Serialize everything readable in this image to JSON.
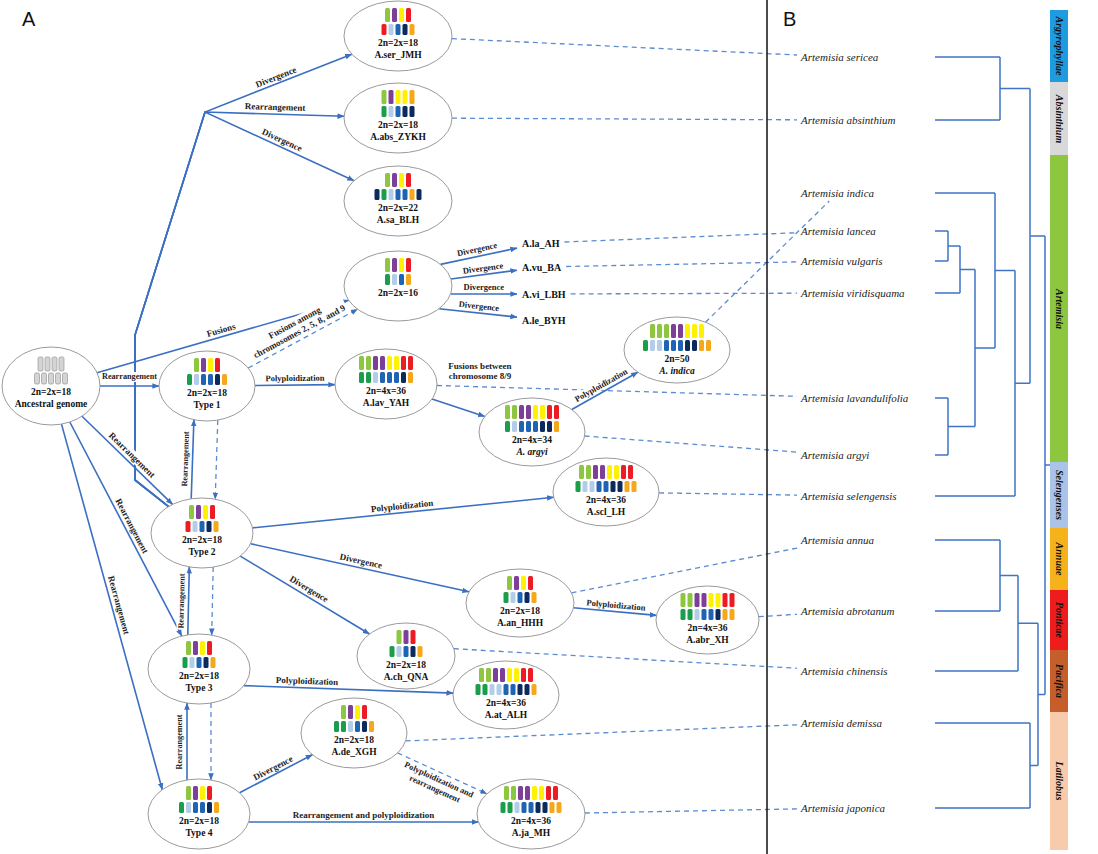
{
  "diagram": {
    "nodes": [
      {
        "text": [
          "2n=2x=18",
          "Ancestral genome"
        ]
      },
      {
        "text": [
          "2n=2x=18",
          "A.ser_JMH"
        ]
      },
      {
        "text": [
          "2n=2x=18",
          "A.abs_ZYKH"
        ]
      },
      {
        "text": [
          "2n=2x=22",
          "A.sa_BLH"
        ]
      },
      {
        "text": [
          "2n=2x=16"
        ]
      },
      {
        "text": [
          "2n=2x=18",
          "Type 1"
        ]
      },
      {
        "text": [
          "2n=4x=36",
          "A.lav_YAH"
        ]
      },
      {
        "text": [
          "2n=4x=34",
          "A. argyi"
        ]
      },
      {
        "text": [
          "2n=50",
          "A. indica"
        ]
      },
      {
        "text": [
          "2n=2x=18",
          "Type 2"
        ]
      },
      {
        "text": [
          "2n=4x=36",
          "A.scl_LH"
        ]
      },
      {
        "text": [
          "2n=2x=18",
          "A.an_HHH"
        ]
      },
      {
        "text": [
          "2n=4x=36",
          "A.abr_XH"
        ]
      },
      {
        "text": [
          "2n=2x=18",
          "A.ch_QNA"
        ]
      },
      {
        "text": [
          "2n=2x=18",
          "Type 3"
        ]
      },
      {
        "text": [
          "2n=4x=36",
          "A.at_ALH"
        ]
      },
      {
        "text": [
          "2n=2x=18",
          "A.de_XGH"
        ]
      },
      {
        "text": [
          "2n=2x=18",
          "Type 4"
        ]
      },
      {
        "text": [
          "2n=4x=36",
          "A.ja_MH"
        ]
      },
      {
        "text": [
          "A.la_AH"
        ]
      },
      {
        "text": [
          "A.vu_BA"
        ]
      },
      {
        "text": [
          "A.vi_LBH"
        ]
      },
      {
        "text": [
          "A.le_BYH"
        ]
      },
      {
        "text": [
          "Artemisia sericea"
        ]
      },
      {
        "text": [
          "Artemisia absinthium"
        ]
      },
      {
        "text": [
          "Artemisia indica"
        ]
      },
      {
        "text": [
          "Artemisia lancea"
        ]
      },
      {
        "text": [
          "Artemisia vulgaris"
        ]
      },
      {
        "text": [
          "Artemisia viridisquama"
        ]
      },
      {
        "text": [
          "Artemisia lavandulifolia"
        ]
      },
      {
        "text": [
          "Artemisia argyi"
        ]
      },
      {
        "text": [
          "Artemisia selengensis"
        ]
      },
      {
        "text": [
          "Artemisia annua"
        ]
      },
      {
        "text": [
          "Artemisia abrotanum"
        ]
      },
      {
        "text": [
          "Artemisia chinensis"
        ]
      },
      {
        "text": [
          "Artemisia demissa"
        ]
      },
      {
        "text": [
          "Artemisia japonica"
        ]
      },
      {
        "text": [
          "Argyrophyllae"
        ]
      },
      {
        "text": [
          "Absinthium"
        ]
      },
      {
        "text": [
          "Artemisia"
        ]
      },
      {
        "text": [
          "Selengenses"
        ]
      },
      {
        "text": [
          "Annuae"
        ]
      },
      {
        "text": [
          "Ponticae"
        ]
      },
      {
        "text": [
          "Pacifica"
        ]
      },
      {
        "text": [
          "Latilobus"
        ]
      }
    ],
    "edges": [
      {
        "from": 0,
        "to": 5,
        "label": "Rearrangement",
        "arrow": "to"
      },
      {
        "from": 0,
        "to": 9,
        "label": "Rearrangement",
        "arrow": "to"
      },
      {
        "from": 0,
        "to": 14,
        "label": "Rearrangement",
        "arrow": "to"
      },
      {
        "from": 0,
        "to": 17,
        "label": "Rearrangement",
        "arrow": "to"
      },
      {
        "from": 0,
        "to": 4,
        "label": "Fusions",
        "arrow": "to"
      },
      {
        "from": 9,
        "to": 1,
        "label": "Divergence",
        "arrow": "to"
      },
      {
        "from": 9,
        "to": 2,
        "label": "Rearrangement",
        "arrow": "to"
      },
      {
        "from": 9,
        "to": 3,
        "label": "Divergence",
        "arrow": "to"
      },
      {
        "from": 5,
        "to": 4,
        "label": "Fusions among chromosomes 2, 5, 8, and 9",
        "arrow": "to"
      },
      {
        "from": 4,
        "to": 19,
        "label": "Divergence",
        "arrow": "to"
      },
      {
        "from": 4,
        "to": 20,
        "label": "Divergence",
        "arrow": "to"
      },
      {
        "from": 4,
        "to": 21,
        "label": "Divergence",
        "arrow": "to"
      },
      {
        "from": 4,
        "to": 22,
        "label": "Divergence",
        "arrow": "to"
      },
      {
        "from": 5,
        "to": 6,
        "label": "Polyploidization",
        "arrow": "to"
      },
      {
        "from": 6,
        "to": 7,
        "label": "Fusions between chromosome 8/9",
        "arrow": "to"
      },
      {
        "from": 7,
        "to": 8,
        "label": "Polyploidization",
        "arrow": "to"
      },
      {
        "from": 9,
        "to": 5,
        "label": "Rearrangement",
        "arrow": "to"
      },
      {
        "from": 5,
        "to": 9,
        "arrow": "to"
      },
      {
        "from": 9,
        "to": 10,
        "label": "Polyploidization",
        "arrow": "to"
      },
      {
        "from": 9,
        "to": 11,
        "label": "Divergence",
        "arrow": "to"
      },
      {
        "from": 11,
        "to": 12,
        "label": "Polyploidization",
        "arrow": "to"
      },
      {
        "from": 9,
        "to": 13,
        "label": "Divergence",
        "arrow": "to"
      },
      {
        "from": 14,
        "to": 9,
        "label": "Rearrangement",
        "arrow": "to"
      },
      {
        "from": 9,
        "to": 14,
        "arrow": "to"
      },
      {
        "from": 14,
        "to": 15,
        "label": "Polyploidization",
        "arrow": "to"
      },
      {
        "from": 17,
        "to": 14,
        "label": "Rearrangement",
        "arrow": "to"
      },
      {
        "from": 14,
        "to": 17,
        "arrow": "to"
      },
      {
        "from": 17,
        "to": 16,
        "label": "Divergence",
        "arrow": "to"
      },
      {
        "from": 16,
        "to": 18,
        "label": "Polyploidization and rearrangement",
        "arrow": "to"
      },
      {
        "from": 17,
        "to": 18,
        "label": "Rearrangement and polyploidization",
        "arrow": "to"
      },
      {
        "from": 1,
        "to": 23,
        "arrow": "none"
      },
      {
        "from": 2,
        "to": 24,
        "arrow": "none"
      },
      {
        "from": 19,
        "to": 26,
        "arrow": "none"
      },
      {
        "from": 20,
        "to": 27,
        "arrow": "none"
      },
      {
        "from": 21,
        "to": 28,
        "arrow": "none"
      },
      {
        "from": 8,
        "to": 25,
        "arrow": "none"
      },
      {
        "from": 6,
        "to": 29,
        "arrow": "none"
      },
      {
        "from": 7,
        "to": 30,
        "arrow": "none"
      },
      {
        "from": 10,
        "to": 31,
        "arrow": "none"
      },
      {
        "from": 11,
        "to": 32,
        "arrow": "none"
      },
      {
        "from": 12,
        "to": 33,
        "arrow": "none"
      },
      {
        "from": 13,
        "to": 34,
        "arrow": "none"
      },
      {
        "from": 16,
        "to": 35,
        "arrow": "none"
      },
      {
        "from": 18,
        "to": 36,
        "arrow": "none"
      }
    ],
    "labels": [
      "A",
      "B"
    ]
  }
}
